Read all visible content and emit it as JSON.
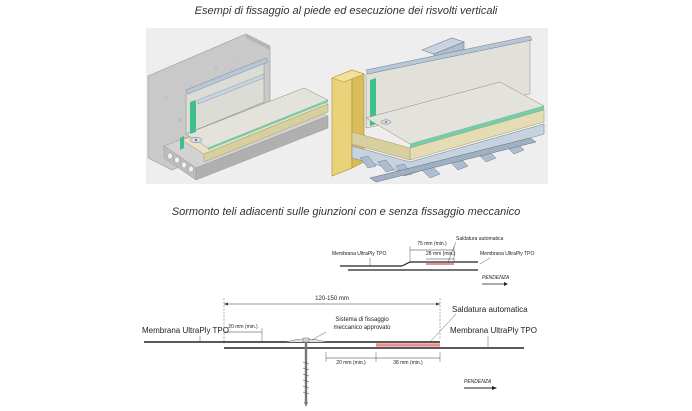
{
  "captions": {
    "top": "Esempi di fissaggio al piede ed esecuzione dei risvolti verticali",
    "bottom": "Sormonto teli adiacenti sulle giunzioni con e senza fissaggio meccanico"
  },
  "small_diagram": {
    "dim_overall": "75 mm (min.)",
    "dim_weld": "28 mm (min.)",
    "weld_label": "Saldatura automatica",
    "membrane_left": "Membrana UltraPly TPO",
    "membrane_right": "Membrana UltraPly TPO",
    "slope": "PENDENZA"
  },
  "large_diagram": {
    "dim_overall": "120-150 mm",
    "dim_left": "20 mm (min.)",
    "fastening_system": [
      "Sistema di fissaggio",
      "meccanico approvato"
    ],
    "weld_label": "Saldatura automatica",
    "membrane_left": "Membrana UltraPly TPO",
    "membrane_right": "Membrana UltraPly TPO",
    "dim_bottom_left": "20 mm (min.)",
    "dim_bottom_right": "38 mm (min.)",
    "slope": "PENDENZA"
  },
  "colors": {
    "panel_bg": "#eeeeee",
    "concrete": "#c8c8c8",
    "insulation": "#e9c96a",
    "membrane": "#dcdcd4",
    "metal": "#b8c6d6",
    "green_strip": "#3fbf8f",
    "weld": "#e06a6a"
  }
}
